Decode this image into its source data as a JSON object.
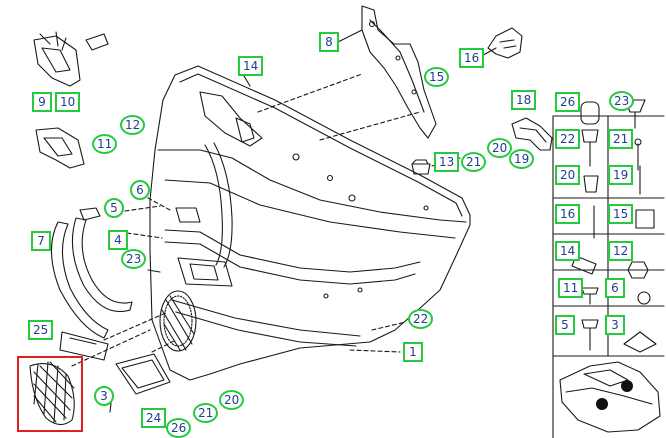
{
  "diagram": {
    "callouts": {
      "c1": "1",
      "c3": "3",
      "c4": "4",
      "c5": "5",
      "c6": "6",
      "c7": "7",
      "c8": "8",
      "c9": "9",
      "c10": "10",
      "c11": "11",
      "c12": "12",
      "c14": "14",
      "c15": "15",
      "c16": "16",
      "c18": "18",
      "c20": "20",
      "c19": "19",
      "c13": "13",
      "c21": "21",
      "c22": "22",
      "c23": "23",
      "c25": "25",
      "c20b": "20",
      "c21b": "21",
      "c24": "24",
      "c26": "26"
    },
    "parts_list": {
      "p26": "26",
      "p23": "23",
      "p22": "22",
      "p21": "21",
      "p20": "20",
      "p19": "19",
      "p16": "16",
      "p15": "15",
      "p14": "14",
      "p12": "12",
      "p11": "11",
      "p6": "6",
      "p5": "5",
      "p3": "3"
    },
    "colors": {
      "callout_border": "#27c93f",
      "callout_text": "#1f3f8f",
      "highlight_border": "#e02020",
      "line_art": "#1a1a1a"
    }
  }
}
